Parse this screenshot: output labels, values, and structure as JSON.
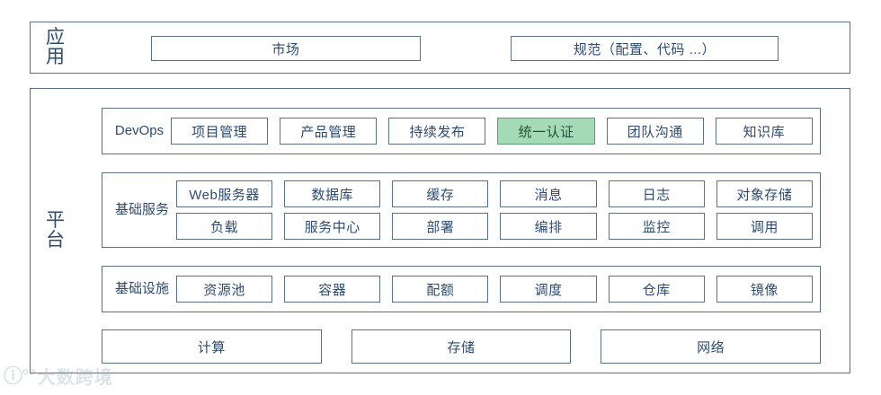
{
  "layers": {
    "application": {
      "label": "应用",
      "boxes": [
        {
          "label": "市场"
        },
        {
          "label": "规范（配置、代码 ...）"
        }
      ]
    },
    "platform": {
      "label": "平台",
      "groups": [
        {
          "name": "devops",
          "label": "DevOps",
          "items": [
            {
              "label": "项目管理",
              "highlight": false
            },
            {
              "label": "产品管理",
              "highlight": false
            },
            {
              "label": "持续发布",
              "highlight": false
            },
            {
              "label": "统一认证",
              "highlight": true
            },
            {
              "label": "团队沟通",
              "highlight": false
            },
            {
              "label": "知识库",
              "highlight": false
            }
          ]
        },
        {
          "name": "base-service",
          "label": "基础服务",
          "items": [
            {
              "label": "Web服务器",
              "highlight": false
            },
            {
              "label": "数据库",
              "highlight": false
            },
            {
              "label": "缓存",
              "highlight": false
            },
            {
              "label": "消息",
              "highlight": false
            },
            {
              "label": "日志",
              "highlight": false
            },
            {
              "label": "对象存储",
              "highlight": false
            },
            {
              "label": "负载",
              "highlight": false
            },
            {
              "label": "服务中心",
              "highlight": false
            },
            {
              "label": "部署",
              "highlight": false
            },
            {
              "label": "编排",
              "highlight": false
            },
            {
              "label": "监控",
              "highlight": false
            },
            {
              "label": "调用",
              "highlight": false
            }
          ]
        },
        {
          "name": "infrastructure",
          "label": "基础设施",
          "items": [
            {
              "label": "资源池",
              "highlight": false
            },
            {
              "label": "容器",
              "highlight": false
            },
            {
              "label": "配额",
              "highlight": false
            },
            {
              "label": "调度",
              "highlight": false
            },
            {
              "label": "仓库",
              "highlight": false
            },
            {
              "label": "镜像",
              "highlight": false
            }
          ]
        }
      ],
      "base_row": [
        {
          "label": "计算"
        },
        {
          "label": "存储"
        },
        {
          "label": "网络"
        }
      ]
    }
  },
  "watermark": {
    "mark": "ⓘ°°",
    "text": "大数跨境"
  },
  "colors": {
    "border": "#5b7089",
    "text": "#2d4b72",
    "highlight_fill": "#a4dab6",
    "highlight_border": "#5d9e77",
    "highlight_text": "#23503a",
    "background": "#ffffff"
  }
}
